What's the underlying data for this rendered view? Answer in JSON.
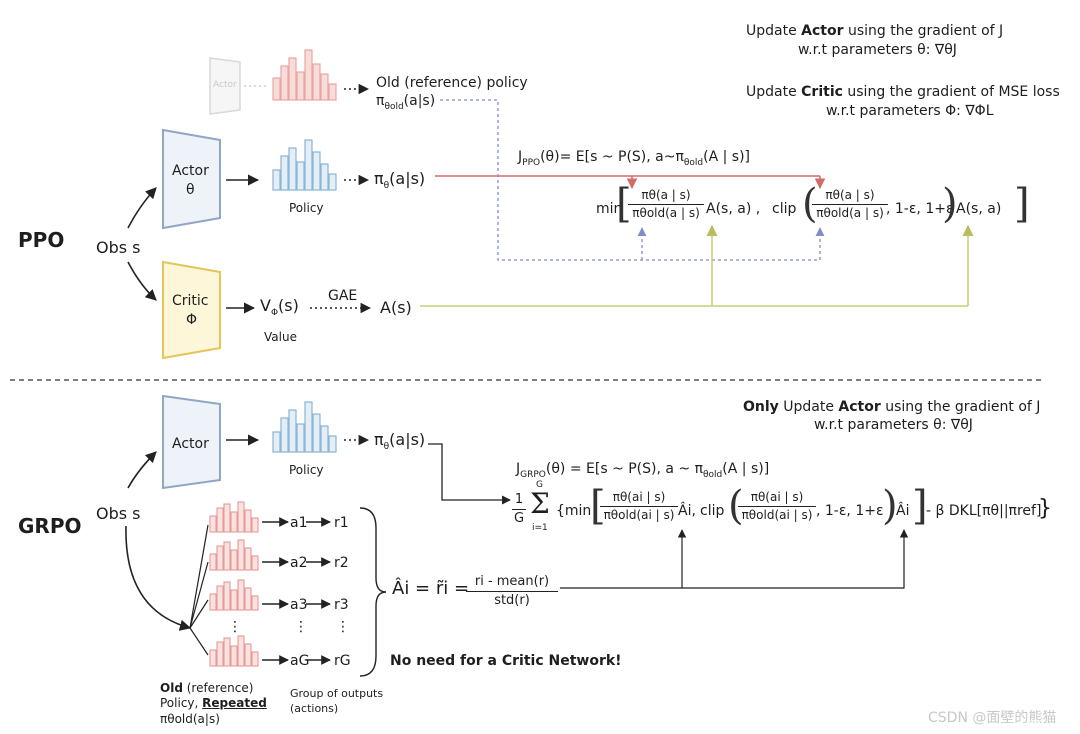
{
  "ppo": {
    "label": "PPO",
    "obs": "Obs s",
    "actor_ref": {
      "label": "Actor"
    },
    "old_policy": "Old (reference) policy",
    "old_policy_math": "π",
    "old_policy_sub": "θold",
    "old_policy_arg": "(a|s)",
    "actor": {
      "label": "Actor",
      "param": "θ"
    },
    "policy_label": "Policy",
    "policy_math": "π",
    "policy_sub": "θ",
    "policy_arg": "(a|s)",
    "critic": {
      "label": "Critic",
      "param": "Φ"
    },
    "value_math": "V",
    "value_sub": "Φ",
    "value_arg": "(s)",
    "value_label": "Value",
    "gae_label": "GAE",
    "advantage": "A(s)",
    "update_actor": {
      "prefix": "Update ",
      "bold": "Actor",
      "suffix": " using the gradient of J",
      "line2": "w.r.t parameters θ: ∇θJ"
    },
    "update_critic": {
      "prefix": "Update ",
      "bold": "Critic",
      "suffix": " using the gradient of MSE loss",
      "line2": "w.r.t parameters Φ: ∇ΦL"
    },
    "objective_lhs": "J",
    "objective_lhs_sub": "PPO",
    "objective_expect": "(θ)= E[s ~ P(S),  a~π",
    "objective_expect_sub": "θold",
    "objective_expect_end": "(A | s)]",
    "min_text": "min",
    "frac_num": "πθ(a | s)",
    "frac_den": "πθold(a | s)",
    "adv_term": "A(s, a)  ,",
    "clip_text": "clip",
    "clip_tail": ", 1-ε, 1+ε",
    "adv_term_end": "A(s, a)"
  },
  "grpo": {
    "label": "GRPO",
    "obs": "Obs s",
    "actor": {
      "label": "Actor"
    },
    "policy_label": "Policy",
    "policy_math": "π",
    "policy_sub": "θ",
    "policy_arg": "(a|s)",
    "update": {
      "bold_only": "Only",
      "prefix": " Update ",
      "bold": "Actor",
      "suffix": " using the gradient of J",
      "line2": "w.r.t parameters θ: ∇θJ"
    },
    "objective_lhs": "J",
    "objective_lhs_sub": "GRPO",
    "objective_expect": "(θ)  = E[s ~ P(S),  a ~ π",
    "objective_expect_sub": "θold",
    "objective_expect_end": "(A | s)]",
    "sum_prefix_num": "1",
    "sum_prefix_den": "G",
    "sum_symbol": "Σ",
    "sum_top": "G",
    "sum_bottom": "i=1",
    "min_text": "{min",
    "frac_num": "πθ(ai | s)",
    "frac_den": "πθold(ai | s)",
    "adv_i": "Âi,",
    "clip_text": "clip",
    "clip_tail": ",  1-ε,  1+ε",
    "adv_i_end": "Âi",
    "kl_term": "- β DKL[πθ||πref]",
    "close_brace": "}",
    "outputs": [
      {
        "a": "a1",
        "r": "r1"
      },
      {
        "a": "a2",
        "r": "r2"
      },
      {
        "a": "a3",
        "r": "r3"
      },
      {
        "a": "aG",
        "r": "rG"
      }
    ],
    "dots": "⋮",
    "adv_formula_lhs": "Âi = r̃i =",
    "adv_formula_num": "ri - mean(r)",
    "adv_formula_den": "std(r)",
    "no_critic": "No need for a Critic Network!",
    "old_policy_line1_bold": "Old",
    "old_policy_line1_rest": " (reference)",
    "old_policy_line2_prefix": "Policy, ",
    "old_policy_line2_bold": "Repeated",
    "old_policy_line3": "πθold(a|s)",
    "group_line1": "Group of outputs",
    "group_line2": "(actions)"
  },
  "watermark": "CSDN @面壁的熊猫",
  "colors": {
    "actor_fill": "#eef3f9",
    "actor_stroke": "#8fa7c4",
    "critic_fill": "#fdf6d8",
    "critic_stroke": "#e2c65a",
    "policy_blue": "#8cb4d6",
    "old_red": "#e79b96",
    "arrow_red": "#d46a6a",
    "arrow_olive": "#c9cf7a",
    "arrow_blue_dashed": "#7f8fc9"
  }
}
